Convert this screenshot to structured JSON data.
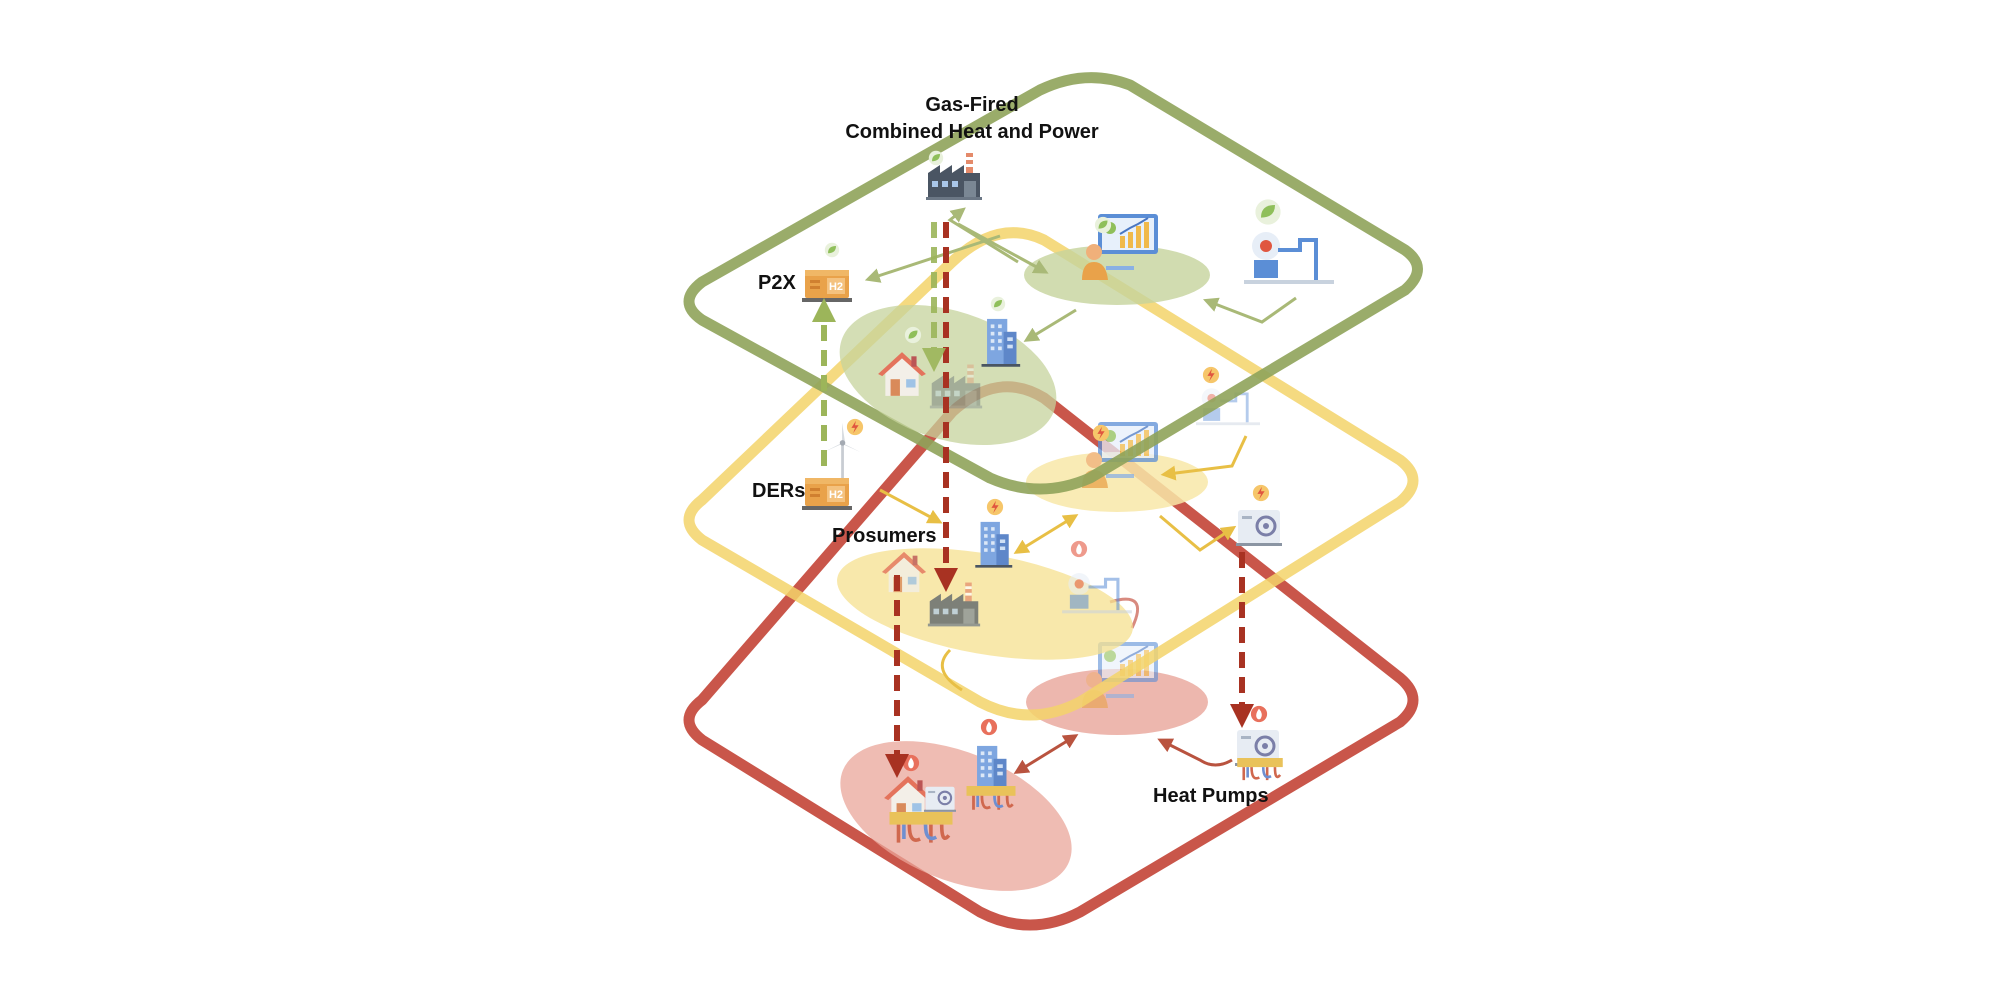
{
  "labels": {
    "chp_line1": "Gas-Fired",
    "chp_line2": "Combined Heat and Power",
    "p2x": "P2X",
    "ders": "DERs",
    "prosumers": "Prosumers",
    "heat_pumps": "Heat Pumps",
    "h2_badge": "H",
    "h2_sub": "2"
  },
  "colors": {
    "gas_layer": "#8fa35a",
    "electric_layer": "#f3d46a",
    "heat_layer": "#c9564a",
    "transfer_arrow": "#a83222",
    "gas_arrow": "#9cb55a"
  },
  "icons": {
    "chp": "factory-icon",
    "p2x": "hydrogen-storage-icon",
    "operator": "control-operator-icon",
    "gas_source": "gas-boiler-icon",
    "house": "house-icon",
    "office": "office-building-icon",
    "wind": "wind-turbine-icon",
    "heat_pump": "heat-pump-icon"
  }
}
